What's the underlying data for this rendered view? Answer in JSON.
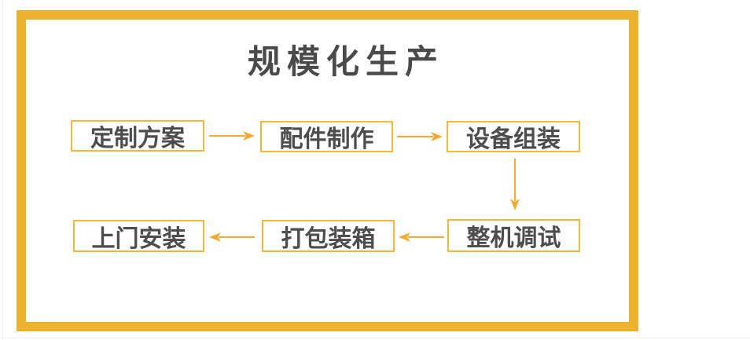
{
  "diagram": {
    "title": "规模化生产",
    "steps": [
      {
        "label": "定制方案"
      },
      {
        "label": "配件制作"
      },
      {
        "label": "设备组装"
      },
      {
        "label": "整机调试"
      },
      {
        "label": "打包装箱"
      },
      {
        "label": "上门安装"
      }
    ],
    "connections": [
      {
        "from": "定制方案",
        "to": "配件制作",
        "direction": "right"
      },
      {
        "from": "配件制作",
        "to": "设备组装",
        "direction": "right"
      },
      {
        "from": "设备组装",
        "to": "整机调试",
        "direction": "down"
      },
      {
        "from": "整机调试",
        "to": "打包装箱",
        "direction": "left"
      },
      {
        "from": "打包装箱",
        "to": "上门安装",
        "direction": "left"
      }
    ],
    "colors": {
      "frame_border": "#ECB22E",
      "box_border": "#F6B637",
      "arrow": "#F3AA33",
      "box_text": "#4D4D4D",
      "title_text": "#4A4A4A",
      "background": "#FFFFFF"
    }
  }
}
